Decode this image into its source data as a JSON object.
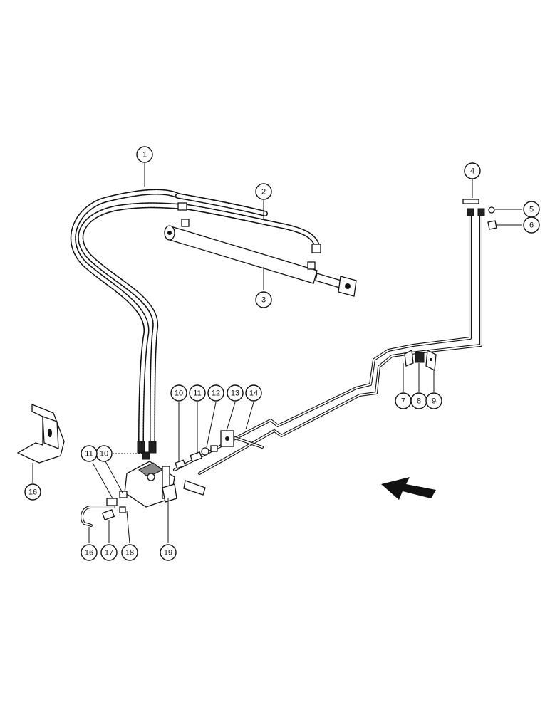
{
  "callouts": [
    {
      "id": "c1",
      "label": "1"
    },
    {
      "id": "c2",
      "label": "2"
    },
    {
      "id": "c3",
      "label": "3"
    },
    {
      "id": "c4",
      "label": "4"
    },
    {
      "id": "c5",
      "label": "5"
    },
    {
      "id": "c6",
      "label": "6"
    },
    {
      "id": "c7",
      "label": "7"
    },
    {
      "id": "c8",
      "label": "8"
    },
    {
      "id": "c9",
      "label": "9"
    },
    {
      "id": "c10a",
      "label": "10"
    },
    {
      "id": "c11a",
      "label": "11"
    },
    {
      "id": "c12",
      "label": "12"
    },
    {
      "id": "c13",
      "label": "13"
    },
    {
      "id": "c14",
      "label": "14"
    },
    {
      "id": "c10b",
      "label": "10"
    },
    {
      "id": "c11b",
      "label": "11"
    },
    {
      "id": "c16a",
      "label": "16"
    },
    {
      "id": "c16b",
      "label": "16"
    },
    {
      "id": "c17",
      "label": "17"
    },
    {
      "id": "c18",
      "label": "18"
    },
    {
      "id": "c19",
      "label": "19"
    }
  ],
  "icons": {
    "direction_arrow": "direction-arrow-icon"
  }
}
